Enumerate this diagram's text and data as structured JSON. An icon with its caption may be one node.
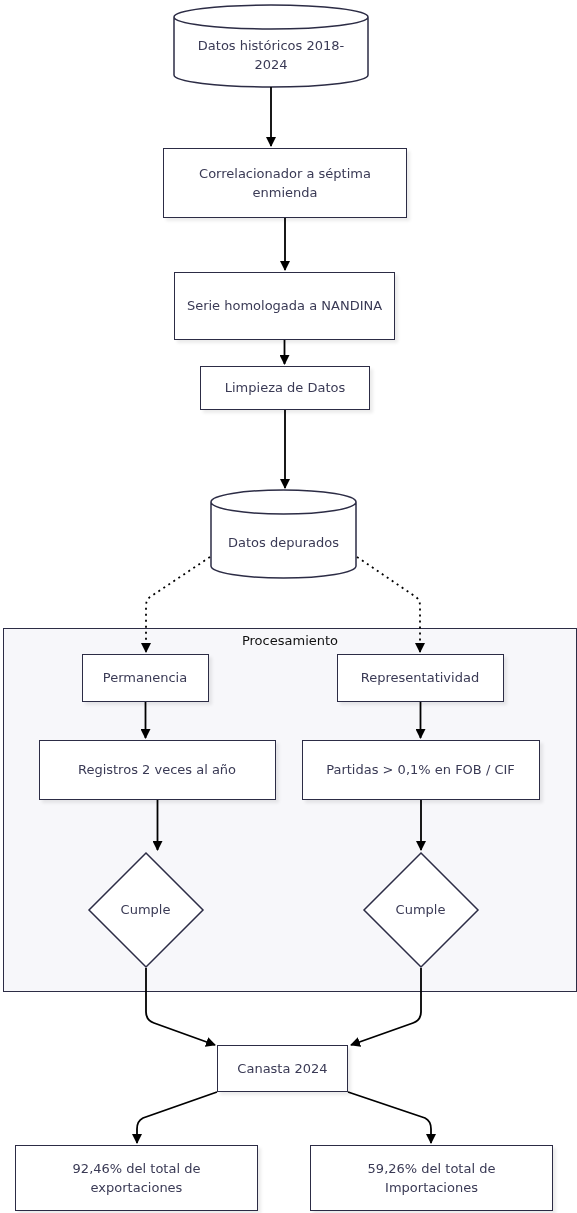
{
  "diagram": {
    "nodes": [
      {
        "text": [
          "Datos históricos 2018-2024"
        ]
      },
      {
        "text": [
          "Correlacionador a séptima enmienda"
        ]
      },
      {
        "text": [
          "Serie homologada a NANDINA"
        ]
      },
      {
        "text": [
          "Limpieza de Datos"
        ]
      },
      {
        "text": [
          "Datos depurados"
        ]
      },
      {
        "text": [
          "Procesamiento"
        ]
      },
      {
        "text": [
          "Permanencia"
        ],
        "in": 5
      },
      {
        "text": [
          "Representatividad"
        ],
        "in": 5
      },
      {
        "text": [
          "Registros 2 veces al año"
        ],
        "in": 5
      },
      {
        "text": [
          "Partidas > 0,1% en FOB / CIF"
        ],
        "in": 5
      },
      {
        "text": [
          "Cumple"
        ],
        "in": 5
      },
      {
        "text": [
          "Cumple"
        ],
        "in": 5
      },
      {
        "text": [
          "Canasta 2024"
        ]
      },
      {
        "text": [
          "92,46% del total de exportaciones"
        ]
      },
      {
        "text": [
          "59,26% del total de Importaciones"
        ]
      }
    ],
    "edges": [
      {
        "from": 0,
        "to": 1,
        "arrow": "to"
      },
      {
        "from": 1,
        "to": 2,
        "arrow": "to"
      },
      {
        "from": 2,
        "to": 3,
        "arrow": "to"
      },
      {
        "from": 3,
        "to": 4,
        "arrow": "to"
      },
      {
        "from": 4,
        "to": 6,
        "arrow": "to",
        "style": "dashed"
      },
      {
        "from": 4,
        "to": 7,
        "arrow": "to",
        "style": "dashed"
      },
      {
        "from": 6,
        "to": 8,
        "arrow": "to"
      },
      {
        "from": 7,
        "to": 9,
        "arrow": "to"
      },
      {
        "from": 8,
        "to": 10,
        "arrow": "to"
      },
      {
        "from": 9,
        "to": 11,
        "arrow": "to"
      },
      {
        "from": 10,
        "to": 12,
        "arrow": "to"
      },
      {
        "from": 11,
        "to": 12,
        "arrow": "to"
      },
      {
        "from": 12,
        "to": 13,
        "arrow": "to"
      },
      {
        "from": 12,
        "to": 14,
        "arrow": "to"
      }
    ]
  }
}
